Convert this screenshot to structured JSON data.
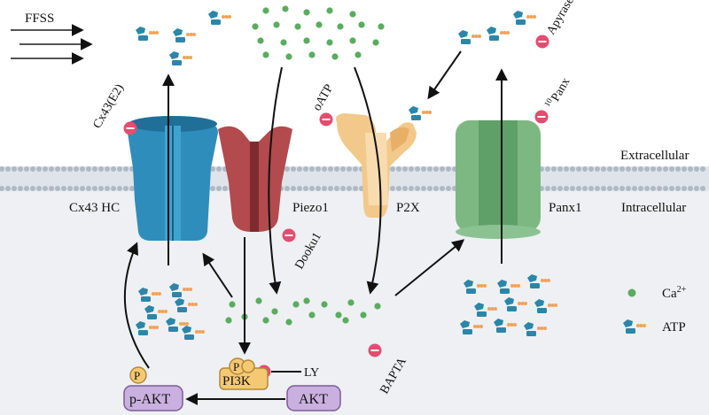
{
  "labels": {
    "ffss": "FFSS",
    "extracellular": "Extracellular",
    "intracellular": "Intracellular",
    "cx43hc": "Cx43 HC",
    "piezo1": "Piezo1",
    "p2x": "P2X",
    "panx1": "Panx1",
    "cx43e2": "Cx43(E2)",
    "oatp": "oATP",
    "apyrase": "Apyrase",
    "panx_sup": "10",
    "panx_inh": "Panx",
    "dooku1": "Dooku1",
    "bapta": "BAPTA",
    "ly": "LY",
    "pi3k": "PI3K",
    "p": "P",
    "akt": "AKT",
    "pakt": "p-AKT"
  },
  "legend": {
    "ca_base": "Ca",
    "ca_sup": "2+",
    "atp": "ATP"
  },
  "colors": {
    "cx43": "#2f8dbb",
    "piezo": "#b24a4e",
    "p2x": "#f2c98a",
    "panx": "#7db883",
    "calcium": "#5aac5f",
    "atp_body": "#2b86a8",
    "atp_phosphate": "#f0a35a",
    "inhibitor": "#e34d6f",
    "akt_fill": "#c9b0df",
    "pi3k_fill": "#f5c873",
    "membrane": "#aeb9c4",
    "cytoplasm": "#eef0f3"
  }
}
